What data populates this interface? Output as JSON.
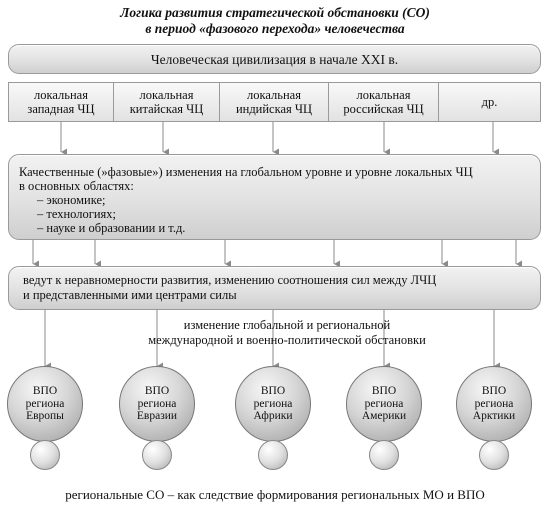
{
  "title_line1": "Логика развития стратегической обстановки (СО)",
  "title_line2": "в период «фазового перехода» человечества",
  "top_bar": "Человеческая цивилизация в начале XXI в.",
  "civilizations": [
    {
      "line1": "локальная",
      "line2": "западная ЧЦ"
    },
    {
      "line1": "локальная",
      "line2": "китайская ЧЦ"
    },
    {
      "line1": "локальная",
      "line2": "индийская ЧЦ"
    },
    {
      "line1": "локальная",
      "line2": "российская ЧЦ"
    },
    {
      "line1": "др.",
      "line2": ""
    }
  ],
  "changes": {
    "line1": "Качественные (»фазовые») изменения на глобальном уровне и уровне локальных ЧЦ",
    "line2": "в основных областях:",
    "items": [
      "– экономике;",
      "– технологиях;",
      "– науке и образовании и т.д."
    ]
  },
  "consequence": {
    "line1": "ведут к неравномерности развития, изменению соотношения сил между ЛЧЦ",
    "line2": "и представленными ими центрами силы"
  },
  "situation_caption": {
    "line1": "изменение глобальной и региональной",
    "line2": "международной и военно-политической обстановки"
  },
  "regions": [
    {
      "l1": "ВПО",
      "l2": "региона",
      "l3": "Европы"
    },
    {
      "l1": "ВПО",
      "l2": "региона",
      "l3": "Евразии"
    },
    {
      "l1": "ВПО",
      "l2": "региона",
      "l3": "Африки"
    },
    {
      "l1": "ВПО",
      "l2": "региона",
      "l3": "Америки"
    },
    {
      "l1": "ВПО",
      "l2": "региона",
      "l3": "Арктики"
    }
  ],
  "footer": "региональные СО – как следствие формирования региональных МО и ВПО"
}
